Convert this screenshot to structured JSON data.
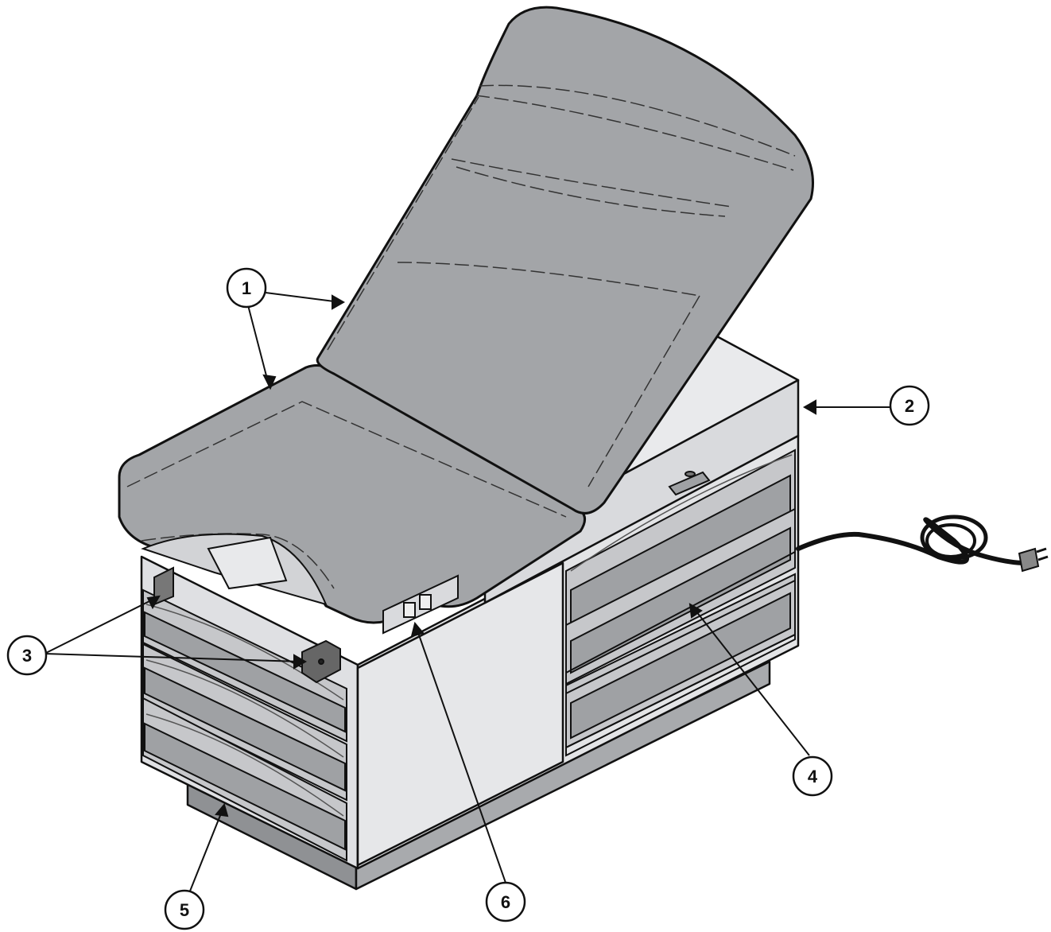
{
  "callouts": [
    {
      "id": "1",
      "label": "1"
    },
    {
      "id": "2",
      "label": "2"
    },
    {
      "id": "3",
      "label": "3"
    },
    {
      "id": "4",
      "label": "4"
    },
    {
      "id": "5",
      "label": "5"
    },
    {
      "id": "6",
      "label": "6"
    }
  ],
  "colors": {
    "cushion": "#a3a5a8",
    "cabinet_light": "#e7e8ea",
    "cabinet_mid": "#c9cacd",
    "drawer_band": "#9fa1a4",
    "base": "#8f9194",
    "outline": "#111111",
    "background": "#ffffff"
  }
}
